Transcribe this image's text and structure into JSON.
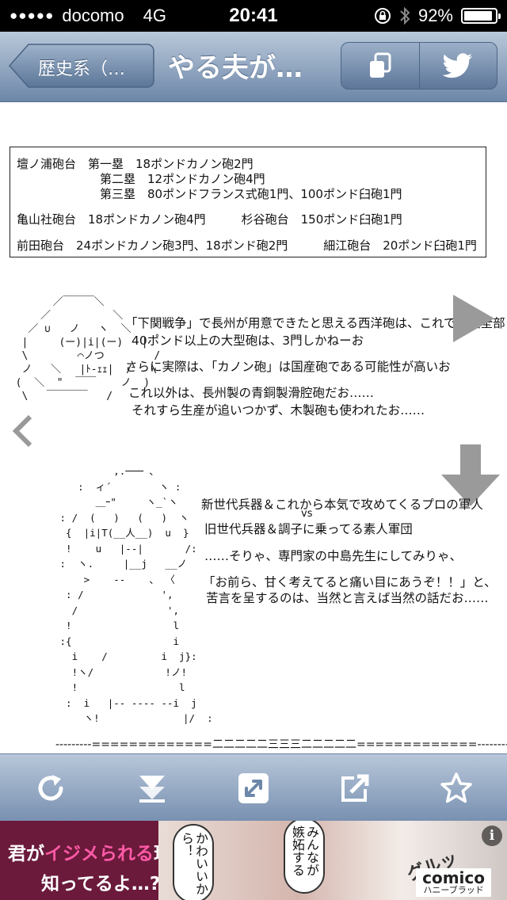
{
  "status_bar": {
    "carrier": "docomo",
    "network": "4G",
    "time": "20:41",
    "battery_percent": 92,
    "battery_label": "92%"
  },
  "nav": {
    "back_label": "歴史系（…",
    "title": "やる夫が…",
    "copy_icon": "copy-icon",
    "twitter_icon": "twitter-bird-icon"
  },
  "article": {
    "table": {
      "rows": [
        "壇ノ浦砲台　第一塁　18ポンドカノン砲2門",
        "　　　　　　　第二塁　12ポンドカノン砲4門",
        "　　　　　　　第三塁　80ポンドフランス式砲1門、100ポンド臼砲1門",
        "亀山社砲台　18ポンドカノン砲4門　　　杉谷砲台　150ポンド臼砲1門",
        "前田砲台　24ポンドカノン砲3門、18ポンド砲2門　　　細江砲台　20ポンド臼砲1門"
      ]
    },
    "yaruo_lines": [
      "「下関戦争」で長州が用意できたと思える西洋砲は、これで最大全部",
      "40ポンド以上の大型砲は、3門しかねーお",
      "さらに実際は、「カノン砲」は国産砲である可能性が高いお",
      "これ以外は、長州製の青銅製滑腔砲だお……",
      "それすら生産が追いつかず、木製砲も使われたお……"
    ],
    "soldier_lines": [
      "新世代兵器＆これから本気で攻めてくるプロの軍人",
      "vs",
      "旧世代兵器＆調子に乗ってる素人軍団",
      "……そりゃ、専門家の中島先生にしてみりゃ、",
      "「お前ら、甘く考えてると痛い目にあうぞ！！」と、",
      "苦言を呈するのは、当然と言えば当然の話だお……"
    ],
    "separator": "---------=============二二二二二三三三二二二二二=============---------"
  },
  "toolbar": {
    "icons": [
      "refresh-icon",
      "download-icon",
      "fullscreen-icon",
      "share-icon",
      "star-icon"
    ]
  },
  "ad": {
    "headline_pre": "君が",
    "headline_accent": "イジメられる",
    "headline_post": "理由",
    "subline": "知ってるよ…?",
    "bubble1": "かわいいから！",
    "bubble2": "みんなが嫉妬する",
    "sfx": "グルッ",
    "brand": "comico",
    "brand_sub": "ハニーブラッド",
    "info_glyph": "i"
  },
  "colors": {
    "nav_top": "#b9c8da",
    "nav_bottom": "#6d87a8",
    "ad_bg": "#6b1a3b",
    "ad_accent": "#ff5aa6",
    "arrow_gray": "#9a9a9a"
  }
}
